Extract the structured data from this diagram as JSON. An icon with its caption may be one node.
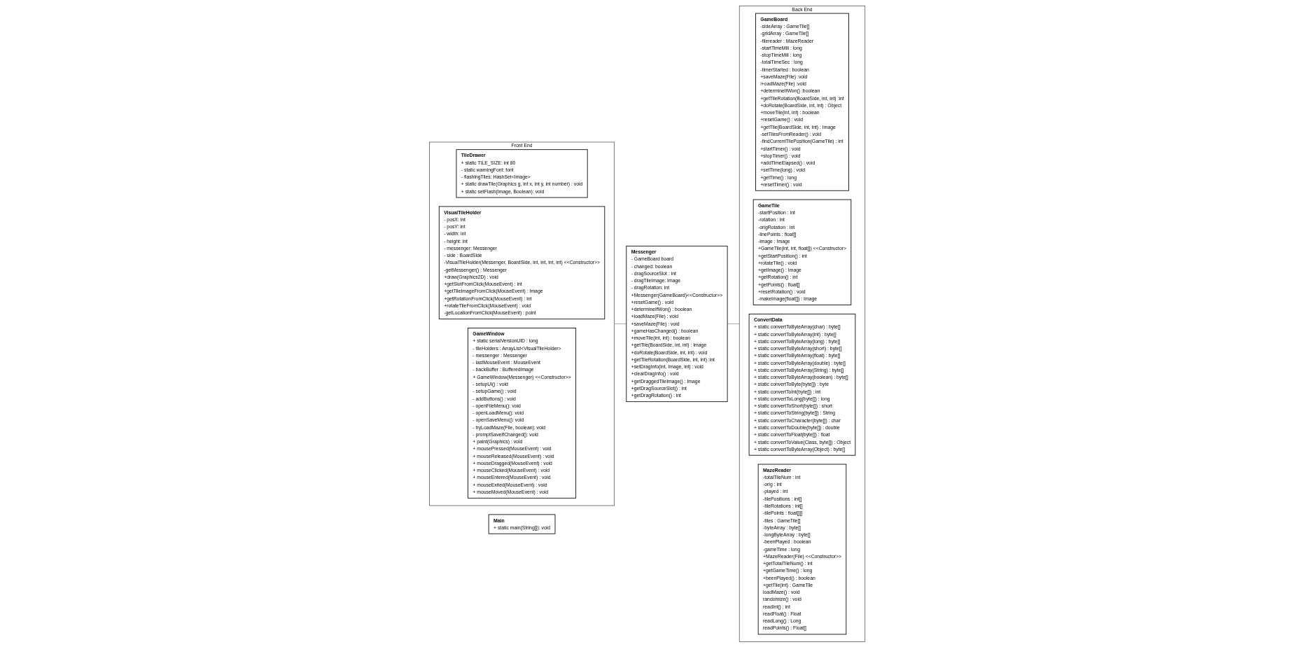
{
  "diagram": {
    "nodes": [
      {
        "text": [
          "Front End"
        ]
      },
      {
        "text": [
          "TileDrawer",
          "+ static TILE_SIZE: int 80",
          "- static warningFont: font",
          "- flashingTiles: HashSet<Image>",
          "+ static drawTile(Graphics g, int x, int y, int number) : void",
          "+ static setFlash(Image, Boolean): void"
        ],
        "in": 0
      },
      {
        "text": [
          "VisualTileHolder",
          "- posX: int",
          "- posY: int",
          "- width: int",
          "- height: int",
          "- messenger: Messenger",
          "- side : BoardSide",
          "-VisualTileHolder(Messenger, BoardSide, int, int, int, int) <<Constructor>>",
          "-getMessenger() : Messenger",
          "+draw(Graphics2D) : void",
          "+getSlotFromClick(MouseEvent) : int",
          "+getTileImageFromClick(MouseEvent) : Image",
          "+getRotationFromClick(MouseEvent) : int",
          "+rotateTileFromClick(MouseEvent) : void",
          "-getLocationFromClick(MouseEvent) : point"
        ],
        "in": 0
      },
      {
        "text": [
          "GameWindow",
          "+ static serialVersionUID : long",
          "- tileHolders : ArrayList<VisualTileHolder>",
          "- messenger : Messenger",
          "- lastMouseEvent : MouseEvent",
          "- backBuffer : BufferedImage",
          "+ GameWindow(Messenger) <<Constructor>>",
          "- setupUI() : void",
          "- setupGame() : void",
          "- addButtons() : void",
          "- openFileMenu(): void",
          "- openLoadMenu(): void",
          "- openSaveMenu(): void",
          "- tryLoadMaze(File, boolean): void",
          "- promptSaveIfChanged(): void",
          "+ paint(Graphics) : void",
          "+ mousePressed(MouseEvent) : void",
          "+ mouseReleased(MouseEvent) : void",
          "+ mouseDragged(MouseEvent) : void",
          "+ mouseClicked(MouseEvent) : void",
          "+ mouseEntered(MouseEvent) : void",
          "+ mouseExited(MouseEvent) : void",
          "+ mouseMoved(MouseEvent) : void"
        ],
        "in": 0
      },
      {
        "text": [
          "Main",
          "+ static main(String[]): void"
        ]
      },
      {
        "text": [
          "Messenger",
          "- GameBoard board",
          "- changed: boolean",
          "- dragSourceSlot : int",
          "- dragTileImage: Image",
          "- dragRotation: int",
          "+Messenger(GameBoard)<<Constructor>>",
          "+resetGame() : void",
          "+determineIfWon() : boolean",
          "+loadMaze(File) : void",
          "+saveMaze(File) : void",
          "+gameHasChanged() : boolean",
          "+moveTile(int, int) : boolean",
          "+getTile(BoardSide, int, int) : Image",
          "+doRotate(BoardSide, int, int) : void",
          "+getTileRotation(BoardSide, int, int) :int",
          "+setDragInfo(int, Image, int) : void",
          "+clearDragInfo() : void",
          "+getDraggedTileImage() : Image",
          "+getDragSourceSlot() : int",
          "+getDragRotation() : int"
        ]
      },
      {
        "text": [
          "Back End"
        ]
      },
      {
        "text": [
          "GameBoard",
          "-sideArray : GameTile[]",
          "-gridArray : GameTile[]",
          "-filereader : MazeReader",
          "-startTimeMili : long",
          "-stopTimeMili : long",
          "-totalTimeSec : long",
          "-timerStarted : boolean",
          "+saveMaze(File) :void",
          "l+oadMaze(File) :void",
          "+determineIfWon() :boolean",
          "+getTileRotation(BoardSide, int, int) :int",
          "+doRotate(BoardSide, int, int) : Object",
          "+moveTile(int, int) : boolean",
          "+resetGame() : void",
          "+getTile(BoardSide, int, int) : Image",
          "-setTilesFromReader() : void",
          "-findCurrentTilePosition(GameTile) : int",
          "+startTimer() : void",
          "+stopTimer() : void",
          "+addTimeElapsed() : void",
          "+setTime(long) : void",
          "+getTime() : long",
          "+resetTimer() : void"
        ],
        "in": 6
      },
      {
        "text": [
          "GameTile",
          "-startPosition : int",
          "-rotation : int",
          "-origRotation : int",
          "-linePoints : float[]",
          "-image : Image",
          "+GameTile(int, int, float[]) <<Constructor>",
          "+getStartPosition() : int",
          "+rotateTile() : void",
          "+getImage() : Image",
          "+getRotation() : int",
          "+getPoints() : float[]",
          "+resetRotation() : void",
          "-makeImage(float[]) : Image"
        ],
        "in": 6
      },
      {
        "text": [
          "ConvertData",
          "+ static convertToByteArray(char) : byte[]",
          "+ static convertToByteArray(int) : byte[]",
          "+ static convertToByteArray(long) : byte[]",
          "+ static convertToByteArray(short) : byte[]",
          "+ static convertToByteArray(float) : byte[]",
          "+ static convertToByteArray(double) : byte[]",
          "+ static convertToByteArray(String) : byte[]",
          "+ static convertToByteArray(boolean) : byte[]",
          "+ static convertToByte(byte[]) : byte",
          "+ static convertToInt(byte[]) : int",
          "+ static convertToLong(byte[]) : long",
          "+ static convertToShort(byte[]) : short",
          "+ static convertToString(byte[]) : String",
          "+ static convertToCharacter(byte[]) : char",
          "+ static convertToDouble(byte[]) : double",
          "+ static convertToFloat(byte[]) : float",
          "+ static convertToValue(Class, byte[]) : Object",
          "+ static convertToByteArray(Object) : byte[]"
        ],
        "in": 6
      },
      {
        "text": [
          "MazeReader",
          "-totalTileNum : int",
          "-orig : int",
          "-played : int",
          "-tilePositions : int[]",
          "-tileRotations : int[]",
          "-tilePoints : float[][]",
          "-tiles : GameTile[]",
          "-byteArray : byte[]",
          "-longByteArray : byte[]",
          "-beenPlayed : boolean",
          "-gameTime : long",
          "+MazeReader(File) <<Constructor>>",
          "+getTotalTileNum() : int",
          "+getGameTime() : long",
          "+beenPlayed() : boolean",
          "+getTile(int) : GameTile",
          "loadMaze() : void",
          "randomize() : void",
          "readInt() : int",
          "readFloat() : Float",
          "readLong() : Long",
          "readPoints() : Float[]"
        ],
        "in": 6
      }
    ],
    "edges": [
      {
        "from": 0,
        "to": 5,
        "arrow": "none"
      },
      {
        "from": 5,
        "to": 6,
        "arrow": "none"
      }
    ]
  }
}
